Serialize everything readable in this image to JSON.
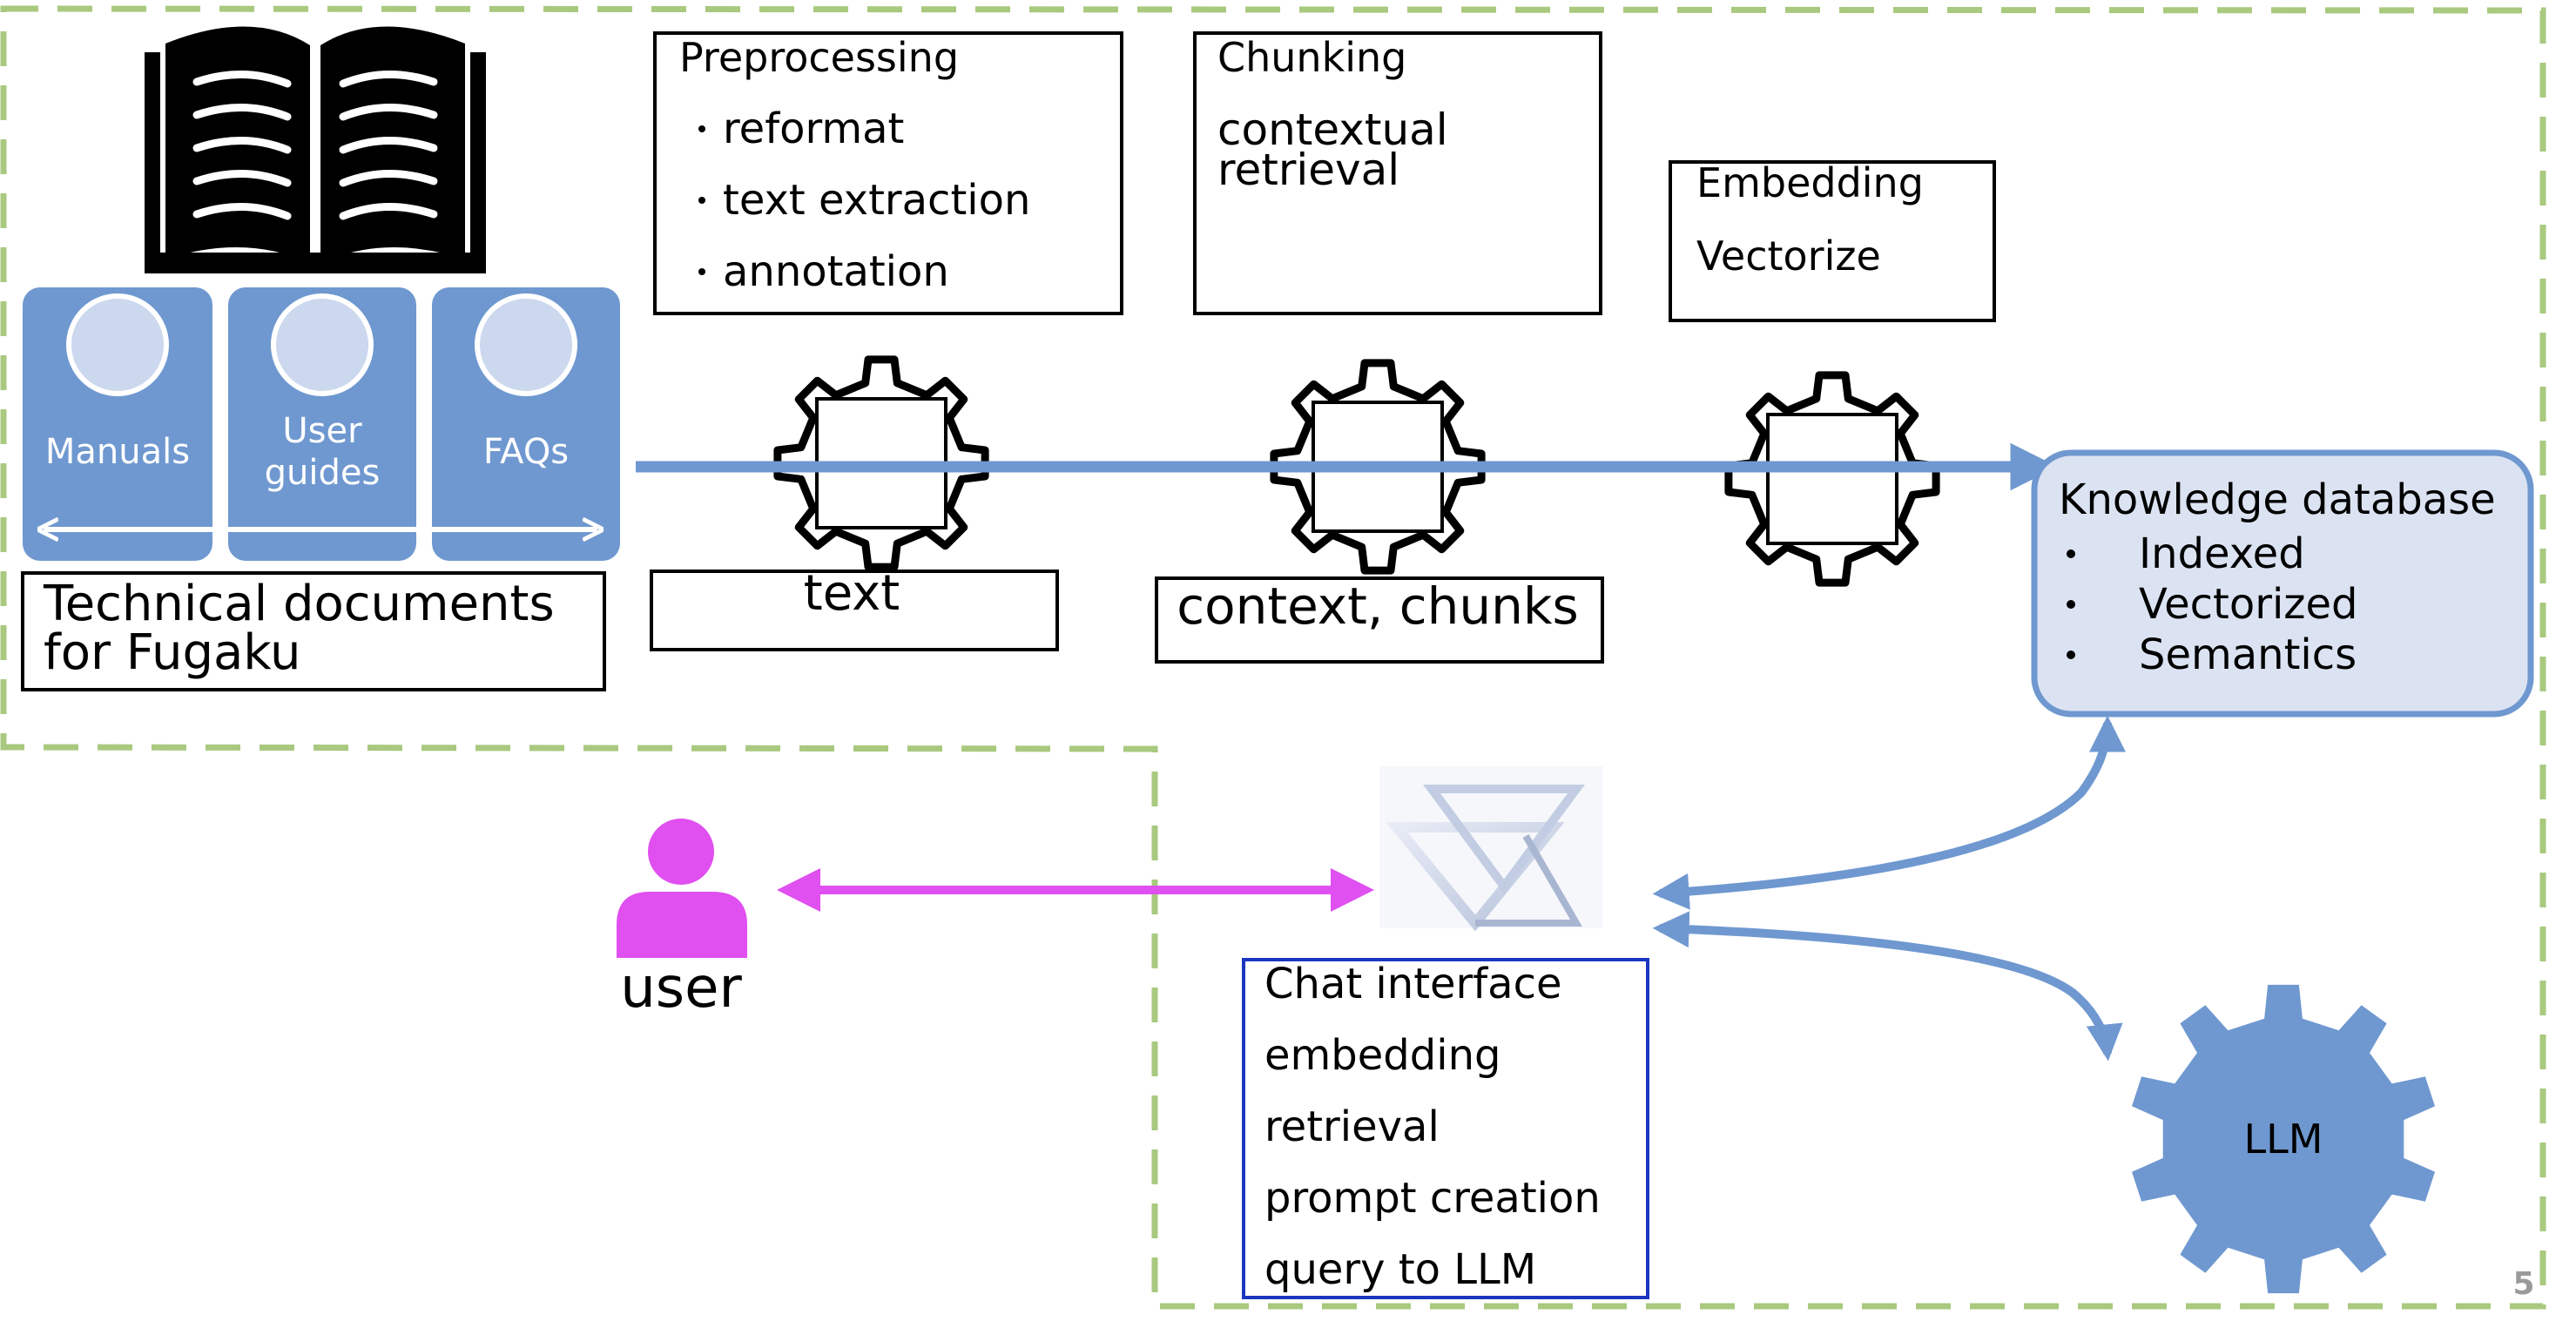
{
  "sources": {
    "doc_types": [
      "Manuals",
      "User guides",
      "FAQs"
    ],
    "caption": "Technical documents for Fugaku"
  },
  "preprocessing": {
    "title": "Preprocessing",
    "items": [
      "reformat",
      "text extraction",
      "annotation"
    ],
    "output_label": "text"
  },
  "chunking": {
    "title": "Chunking",
    "items": [
      "contextual retrieval"
    ],
    "output_label": "context, chunks"
  },
  "embedding": {
    "title": "Embedding",
    "items": [
      "Vectorize"
    ]
  },
  "knowledge_db": {
    "title": "Knowledge database",
    "items": [
      "Indexed",
      "Vectorized",
      "Semantics"
    ]
  },
  "user": {
    "label": "user"
  },
  "chat": {
    "items": [
      "Chat interface",
      "embedding",
      "retrieval",
      "prompt creation",
      "query to LLM"
    ]
  },
  "llm": {
    "label": "LLM"
  },
  "page_number": "5",
  "colors": {
    "dashed_border": "#a9c97f",
    "doc_panel": "#6f98d0",
    "doc_circle": "#ccd8ee",
    "flow_arrow": "#6f98d0",
    "knowledge_fill": "#dbe3f2",
    "knowledge_stroke": "#6f98d0",
    "user_arrow": "#e04ff0",
    "chat_box_stroke": "#1c36c0",
    "llm_fill": "#6f98d0"
  }
}
